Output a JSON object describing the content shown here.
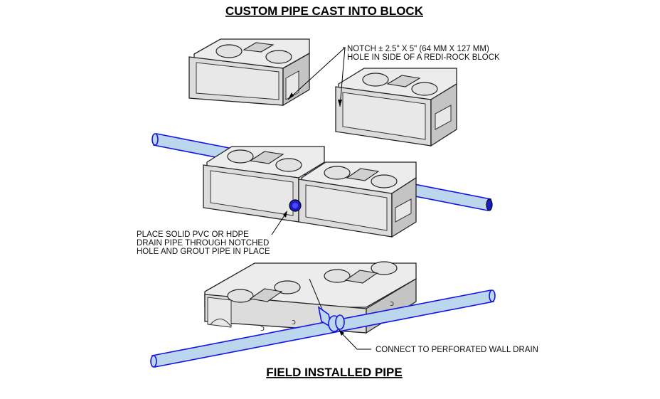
{
  "title_top": "CUSTOM PIPE CAST INTO BLOCK",
  "title_bottom": "FIELD INSTALLED PIPE",
  "notes": {
    "notch_line1": "NOTCH ± 2.5\" X 5\" (64 MM X 127 MM)",
    "notch_line2": "HOLE IN SIDE OF A REDI-ROCK BLOCK",
    "pipe_line1": "PLACE SOLID PVC OR HDPE",
    "pipe_line2": "DRAIN PIPE THROUGH NOTCHED",
    "pipe_line3": "HOLE AND GROUT PIPE IN PLACE",
    "connect": "CONNECT TO PERFORATED WALL DRAIN"
  },
  "colors": {
    "pipe_fill": "#bcd6ee",
    "pipe_outline": "#1414e6",
    "block_fill": "#dcdcdc"
  }
}
